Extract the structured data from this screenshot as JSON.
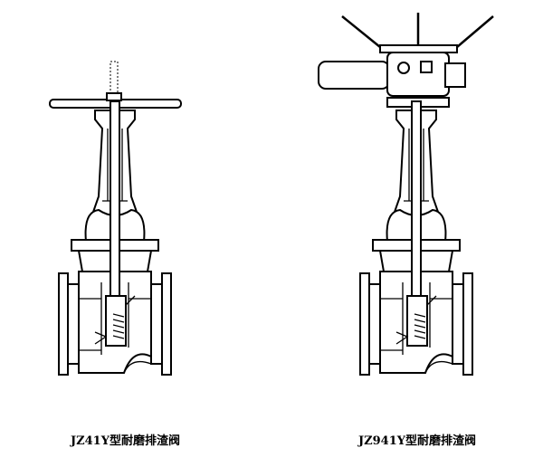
{
  "valves": [
    {
      "label": "JZ41Y型耐磨排渣阀",
      "operator": "handwheel"
    },
    {
      "label": "JZ941Y型耐磨排渣阀",
      "operator": "electric-actuator"
    }
  ]
}
